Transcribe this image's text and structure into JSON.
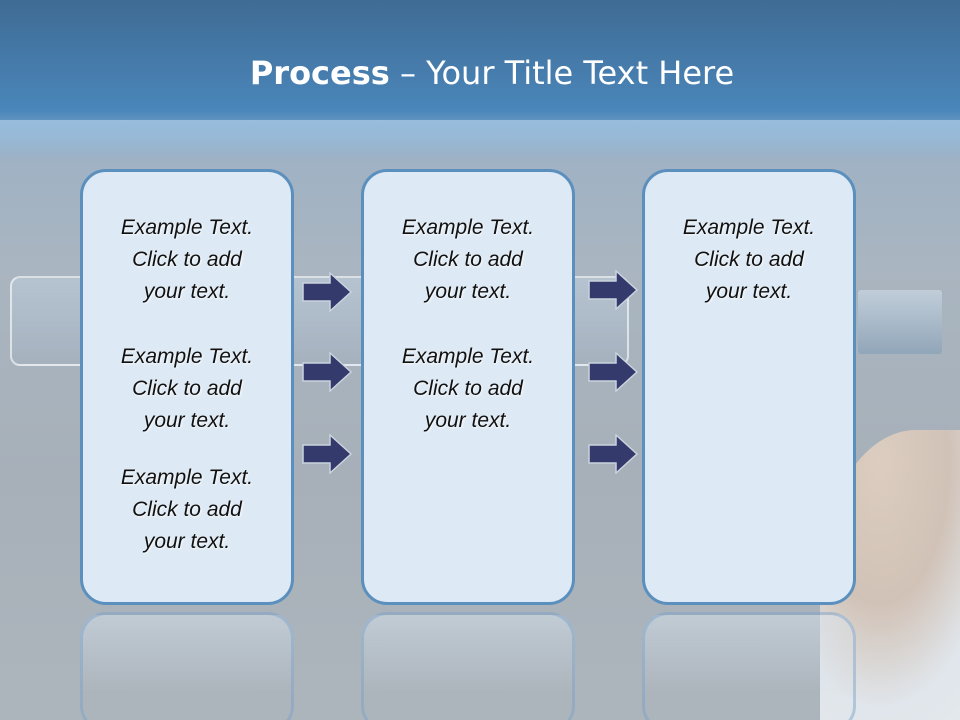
{
  "slide": {
    "title_bold": "Process",
    "title_rest": " – Your Title Text Here"
  },
  "columns": [
    {
      "blocks": [
        "Example Text.\nClick  to add\nyour text.",
        "Example Text.\nClick  to add\nyour text.",
        "Example Text.\nClick  to add\nyour text."
      ]
    },
    {
      "blocks": [
        "Example Text.\nClick  to add\nyour text.",
        "Example Text.\nClick  to add\nyour text."
      ]
    },
    {
      "blocks": [
        "Example Text.\nClick  to add\nyour text."
      ]
    }
  ],
  "colors": {
    "card_fill": "#dde9f4",
    "card_border": "#5b8fbd",
    "arrow_fill": "#353a6c",
    "header": "#4a86ba"
  },
  "icons": [
    "right-arrow-icon"
  ]
}
